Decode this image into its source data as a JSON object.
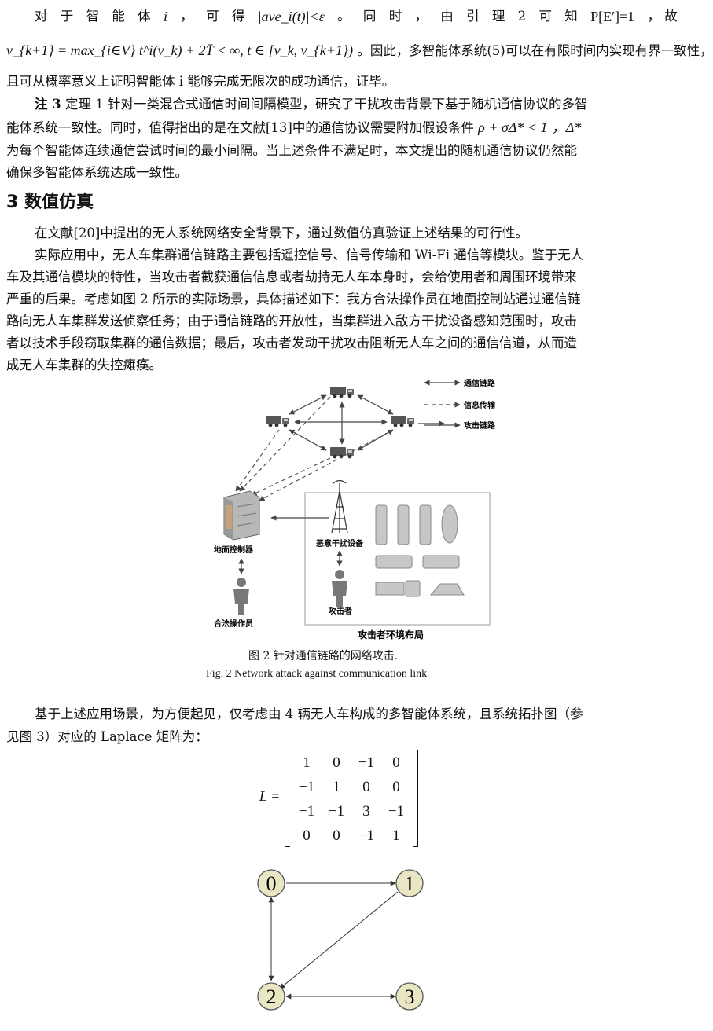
{
  "para1": {
    "line1_words": [
      "对",
      "于",
      "智",
      "能",
      "体"
    ],
    "line1_var_i": "i",
    "line1_mid": [
      "，",
      "可",
      "得"
    ],
    "line1_formula": "|ave_i(t)|<ε",
    "line1_tail": [
      "。",
      "同",
      "时",
      "，",
      "由",
      "引",
      "理",
      "2",
      "可",
      "知"
    ],
    "line1_formula2": "P[E′]=1",
    "line1_end": "， 故",
    "line2_formula": "v_{k+1} = max_{i∈V} t^i(v_k) + 2T̄ < ∞, t ∈ [v_k, v_{k+1})",
    "line2_text": "。因此，多智能体系统(5)可以在有限时间内实现有界一致性，",
    "line3_text": "且可从概率意义上证明智能体 i 能够完成无限次的成功通信，证毕。"
  },
  "note3": {
    "label": "注 3",
    "line1": "定理 1 针对一类混合式通信时间间隔模型，研究了干扰攻击背景下基于随机通信协议的多智",
    "line2": "能体系统一致性。同时，值得指出的是在文献[13]中的通信协议需要附加假设条件",
    "line2_formula": "ρ + σΔ* < 1",
    "line2_end": "，Δ*",
    "line3": "为每个智能体连续通信尝试时间的最小间隔。当上述条件不满足时，本文提出的随机通信协议仍然能",
    "line4": "确保多智能体系统达成一致性。"
  },
  "section3": {
    "title": "3 数值仿真"
  },
  "para2": {
    "line1": "在文献[20]中提出的无人系统网络安全背景下，通过数值仿真验证上述结果的可行性。"
  },
  "para3": {
    "line1": "实际应用中，无人车集群通信链路主要包括遥控信号、信号传输和 Wi-Fi 通信等模块。鉴于无人",
    "line2": "车及其通信模块的特性，当攻击者截获通信信息或者劫持无人车本身时，会给使用者和周围环境带来",
    "line3": "严重的后果。考虑如图 2 所示的实际场景，具体描述如下：我方合法操作员在地面控制站通过通信链",
    "line4": "路向无人车集群发送侦察任务；由于通信链路的开放性，当集群进入敌方干扰设备感知范围时，攻击",
    "line5": "者以技术手段窃取集群的通信数据；最后，攻击者发动干扰攻击阻断无人车之间的通信信道，从而造",
    "line6": "成无人车集群的失控瘫痪。"
  },
  "figure2": {
    "legend": [
      "通信链路",
      "信息传输",
      "攻击链路"
    ],
    "ground_controller": "地面控制器",
    "operator": "合法操作员",
    "jammer": "恶意干扰设备",
    "attacker": "攻击者",
    "attacker_env": "攻击者环境布局",
    "caption_cn": "图 2   针对通信链路的网络攻击.",
    "caption_en": "Fig. 2    Network attack against communication link"
  },
  "para4": {
    "line1": "基于上述应用场景，为方便起见，仅考虑由 4 辆无人车构成的多智能体系统，且系统拓扑图（参",
    "line2": "见图 3）对应的 Laplace 矩阵为："
  },
  "matrix": {
    "label": "L =",
    "rows": [
      [
        "1",
        "0",
        "−1",
        "0"
      ],
      [
        "−1",
        "1",
        "0",
        "0"
      ],
      [
        "−1",
        "−1",
        "3",
        "−1"
      ],
      [
        "0",
        "0",
        "−1",
        "1"
      ]
    ]
  },
  "figure3": {
    "nodes": [
      "0",
      "1",
      "2",
      "3"
    ],
    "edges": [
      [
        "0",
        "1"
      ],
      [
        "1",
        "2"
      ],
      [
        "0",
        "2"
      ],
      [
        "2",
        "3"
      ]
    ],
    "node_fill": "#e9e6c4"
  }
}
